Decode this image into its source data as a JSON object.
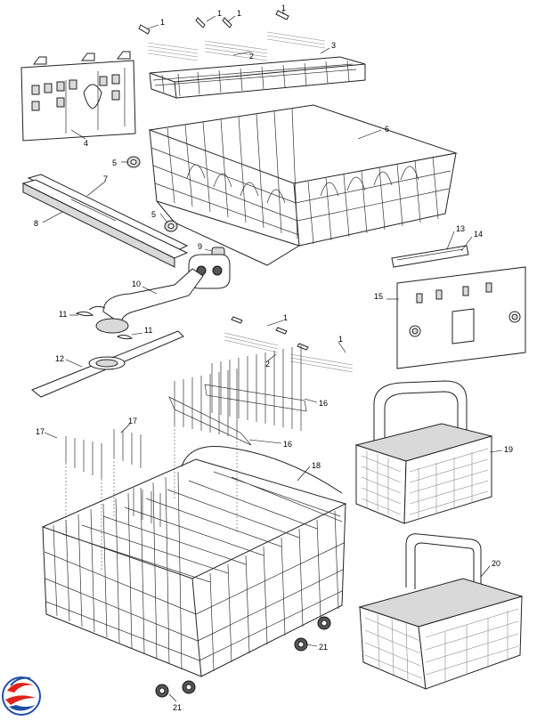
{
  "diagram": {
    "callouts": {
      "c1a": "1",
      "c1b": "1",
      "c1c": "1",
      "c1d": "1",
      "c1e": "1",
      "c2a": "2",
      "c2b": "2",
      "c3": "3",
      "c4": "4",
      "c5a": "5",
      "c5b": "5",
      "c6": "6",
      "c7": "7",
      "c8": "8",
      "c9": "9",
      "c10": "10",
      "c11a": "11",
      "c11b": "11",
      "c12": "12",
      "c13": "13",
      "c14": "14",
      "c15": "15",
      "c16a": "16",
      "c16b": "16",
      "c17a": "17",
      "c17b": "17",
      "c18": "18",
      "c19": "19",
      "c20": "20",
      "c21a": "21",
      "c21b": "21"
    },
    "logo": {
      "icon": "brand-swirl-logo",
      "colors": {
        "red": "#e2231a",
        "blue": "#1f4fa3"
      }
    }
  }
}
